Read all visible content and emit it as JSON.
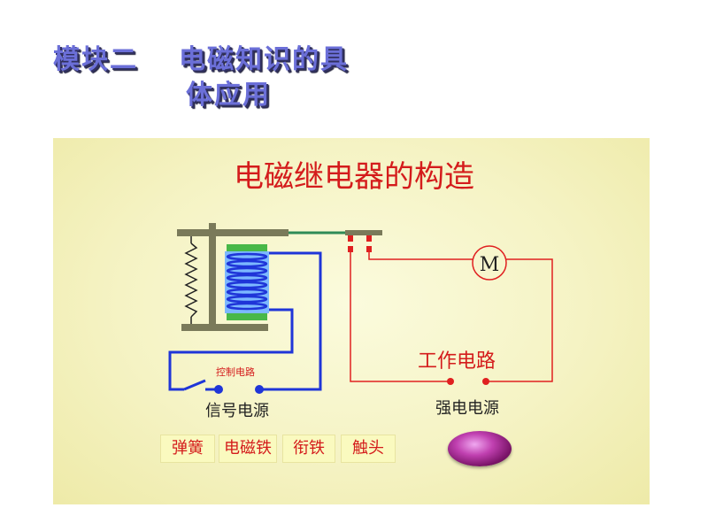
{
  "slide": {
    "title_line1_a": "模块二",
    "title_line1_b": "电磁知识的具",
    "title_line2": "体应用"
  },
  "diagram": {
    "title": "电磁继电器的构造",
    "control_circuit_label": "控制电路",
    "signal_source_label": "信号电源",
    "work_circuit_label": "工作电路",
    "strong_source_label": "强电电源",
    "motor_symbol": "M"
  },
  "buttons": [
    {
      "label": "弹簧"
    },
    {
      "label": "电磁铁"
    },
    {
      "label": "衔铁"
    },
    {
      "label": "触头"
    }
  ],
  "colors": {
    "title_text": "#6b6fd8",
    "heading_red": "#d41c1c",
    "control_wire": "#1f35d8",
    "work_wire": "#e02020",
    "armature_green": "#2e8b57",
    "iron_frame": "#7a7a5a",
    "coil": "#3a6cf0",
    "lamp": "#b0309e"
  }
}
